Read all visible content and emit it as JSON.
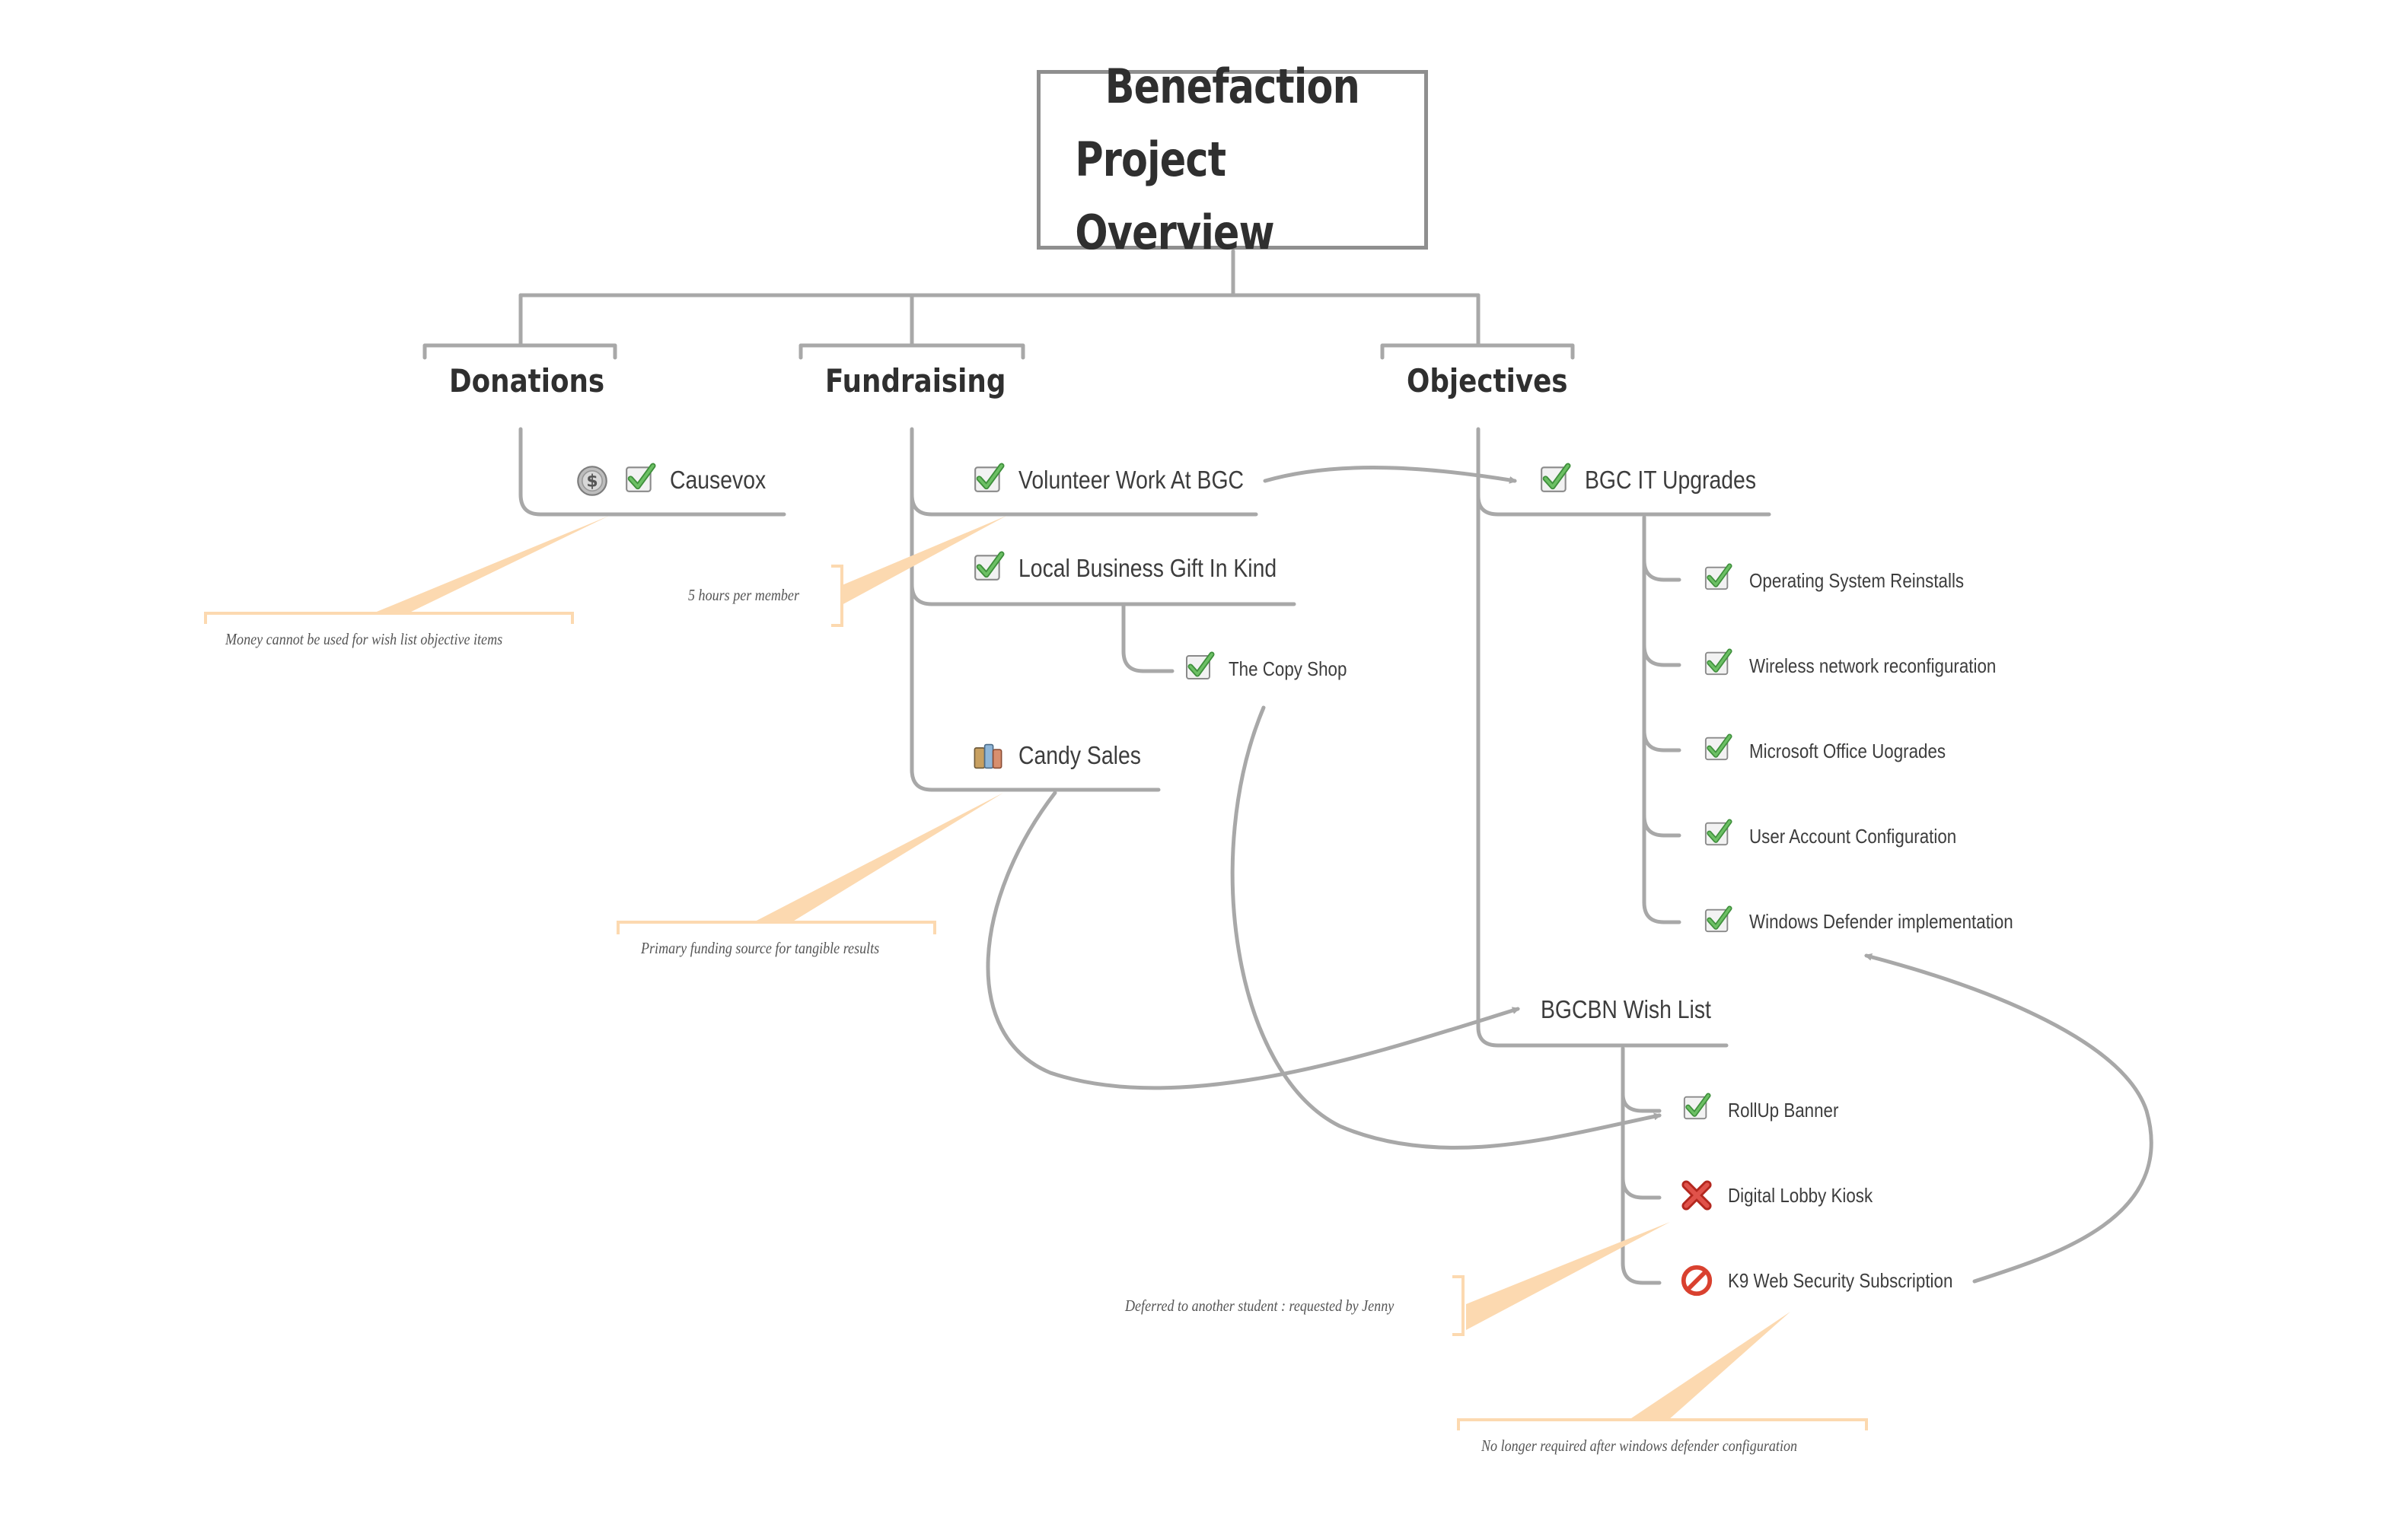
{
  "title": {
    "line1": "Benefaction",
    "line2": "Project Overview"
  },
  "categories": {
    "donations": "Donations",
    "fundraising": "Fundraising",
    "objectives": "Objectives"
  },
  "donations": {
    "causevox": "Causevox"
  },
  "fundraising": {
    "volunteer": "Volunteer Work At BGC",
    "local_gift": "Local Business Gift In Kind",
    "copy_shop": "The Copy Shop",
    "candy_sales": "Candy Sales"
  },
  "objectives": {
    "it_upgrades": {
      "label": "BGC IT Upgrades",
      "items": [
        "Operating System Reinstalls",
        "Wireless network reconfiguration",
        "Microsoft Office Uogrades",
        "User Account Configuration",
        "Windows Defender implementation"
      ]
    },
    "wish_list": {
      "label": "BGCBN Wish List",
      "items": [
        "RollUp Banner",
        "Digital Lobby Kiosk",
        "K9 Web Security Subscription"
      ]
    }
  },
  "notes": {
    "money": "Money cannot be used  for wish list objective items",
    "hours": "5 hours per member",
    "primary": "Primary funding source for tangible results",
    "deferred": "Deferred to another student :    requested by Jenny",
    "no_longer": "No longer required after windows defender configuration"
  },
  "icons": {
    "done": "checkmark-icon",
    "cancelled": "red-x-icon",
    "dropped": "prohibited-icon",
    "money": "dollar-coin-icon",
    "candy": "candy-icon"
  },
  "colors": {
    "connector": "#a8a8a8",
    "callout": "#fcd9b0",
    "check": "#5fa85a",
    "cross": "#d43a2f",
    "prohibited": "#d9412f"
  }
}
